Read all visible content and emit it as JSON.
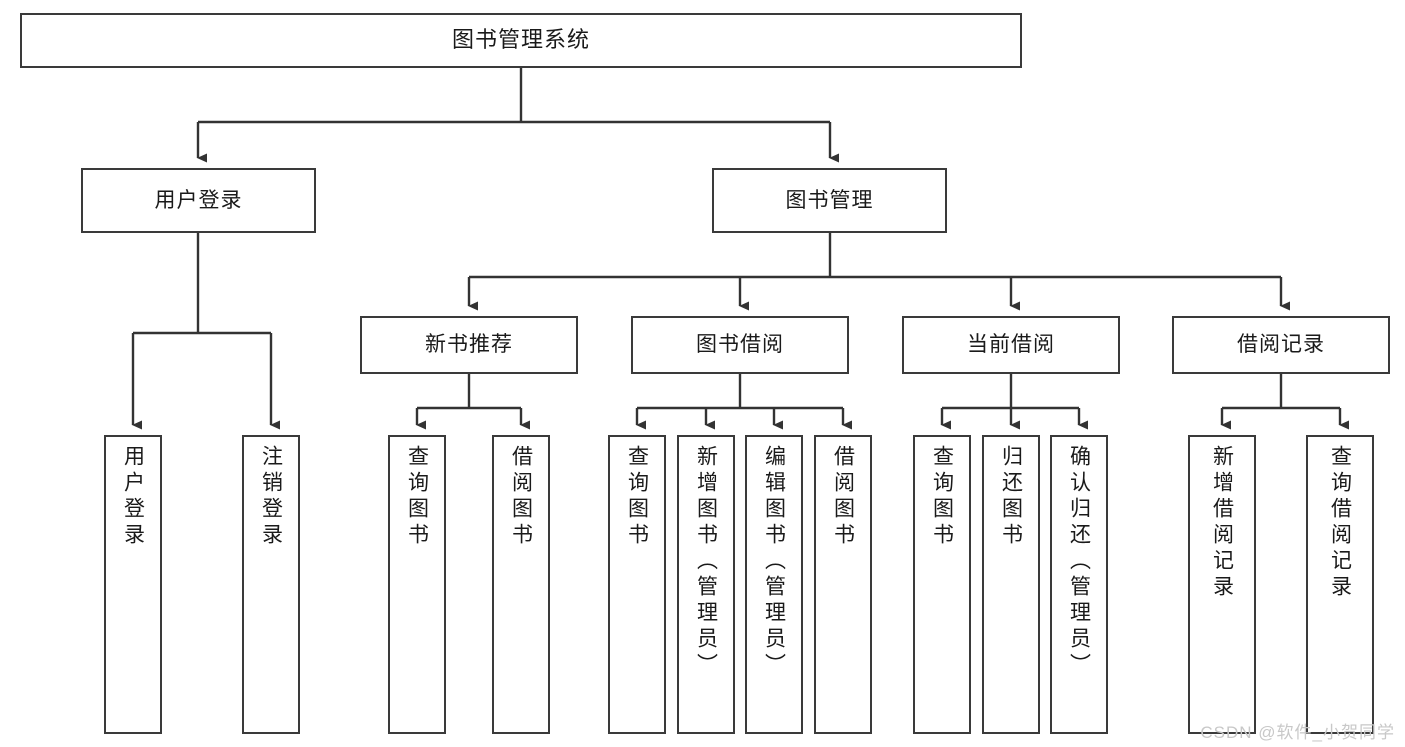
{
  "diagram": {
    "title": "图书管理系统",
    "type": "tree",
    "watermark": "CSDN @软件_小贺同学",
    "colors": {
      "box_border": "#3a3a3a",
      "box_fill": "#ffffff",
      "link": "#333333",
      "text": "#1a1a1a",
      "watermark": "#c8c8c8"
    },
    "root": {
      "label": "图书管理系统",
      "children": [
        {
          "label": "用户登录",
          "children": [
            {
              "label": "用户登录"
            },
            {
              "label": "注销登录"
            }
          ]
        },
        {
          "label": "图书管理",
          "children": [
            {
              "label": "新书推荐",
              "children": [
                {
                  "label": "查询图书"
                },
                {
                  "label": "借阅图书"
                }
              ]
            },
            {
              "label": "图书借阅",
              "children": [
                {
                  "label": "查询图书"
                },
                {
                  "label": "新增图书（管理员）"
                },
                {
                  "label": "编辑图书（管理员）"
                },
                {
                  "label": "借阅图书"
                }
              ]
            },
            {
              "label": "当前借阅",
              "children": [
                {
                  "label": "查询图书"
                },
                {
                  "label": "归还图书"
                },
                {
                  "label": "确认归还（管理员）"
                }
              ]
            },
            {
              "label": "借阅记录",
              "children": [
                {
                  "label": "新增借阅记录"
                },
                {
                  "label": "查询借阅记录"
                }
              ]
            }
          ]
        }
      ]
    },
    "nodes": {
      "root": "图书管理系统",
      "l1_user_login": "用户登录",
      "l1_book_mgmt": "图书管理",
      "l2_new_book": "新书推荐",
      "l2_borrow": "图书借阅",
      "l2_current": "当前借阅",
      "l2_record": "借阅记录",
      "leaf_user_login": "用户登录",
      "leaf_logout": "注销登录",
      "leaf_nb_query": "查询图书",
      "leaf_nb_borrow": "借阅图书",
      "leaf_bw_query": "查询图书",
      "leaf_bw_add": "新增图书（管理员）",
      "leaf_bw_edit": "编辑图书（管理员）",
      "leaf_bw_borrow": "借阅图书",
      "leaf_cur_query": "查询图书",
      "leaf_cur_return": "归还图书",
      "leaf_cur_confirm": "确认归还（管理员）",
      "leaf_rec_add": "新增借阅记录",
      "leaf_rec_query": "查询借阅记录"
    }
  }
}
